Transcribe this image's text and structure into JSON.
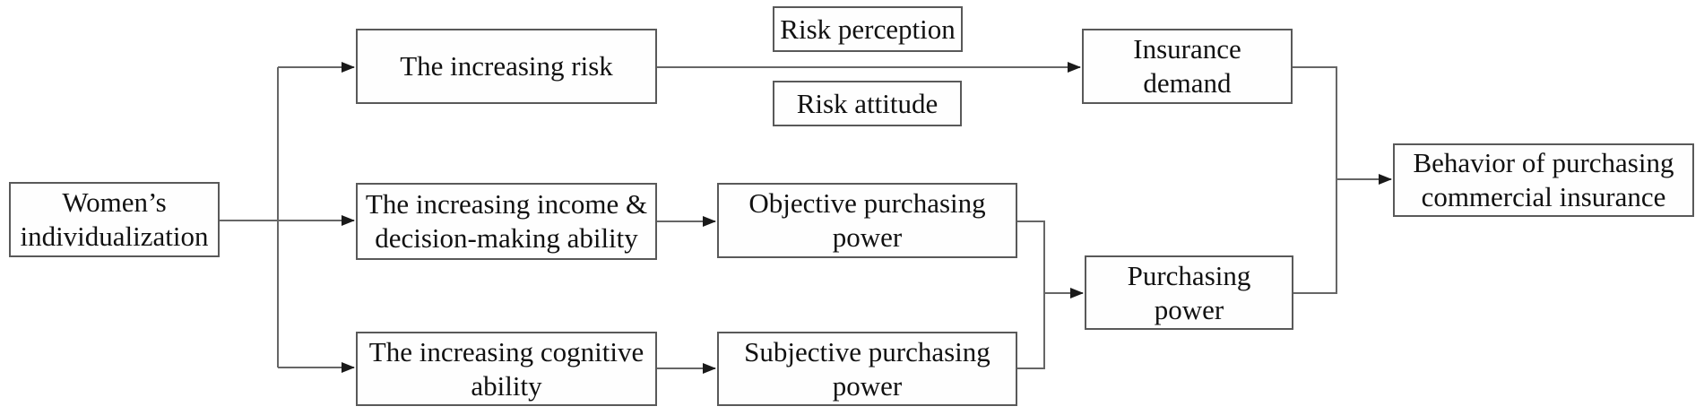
{
  "figure": {
    "type": "flowchart",
    "background_color": "#ffffff",
    "box_border_color": "#595959",
    "line_color": "#666666",
    "arrow_color": "#1a1a1a",
    "text_color": "#111111"
  },
  "nodes": {
    "womens_individualization": {
      "label": "Women’s\nindividualization"
    },
    "increasing_risk": {
      "label": "The increasing risk"
    },
    "risk_perception": {
      "label": "Risk perception"
    },
    "risk_attitude": {
      "label": "Risk attitude"
    },
    "insurance_demand": {
      "label": "Insurance\ndemand"
    },
    "increasing_income": {
      "label": "The increasing income &\ndecision-making ability"
    },
    "objective_purchasing_power": {
      "label": "Objective purchasing\npower"
    },
    "purchasing_power": {
      "label": "Purchasing\npower"
    },
    "increasing_cognitive": {
      "label": "The increasing cognitive\nability"
    },
    "subjective_purchasing_power": {
      "label": "Subjective purchasing\npower"
    },
    "behavior_of_purchasing": {
      "label": "Behavior of purchasing\ncommercial insurance"
    }
  },
  "edges": [
    {
      "from": "womens_individualization",
      "to": "increasing_risk"
    },
    {
      "from": "womens_individualization",
      "to": "increasing_income"
    },
    {
      "from": "womens_individualization",
      "to": "increasing_cognitive"
    },
    {
      "from": "increasing_risk",
      "to": "insurance_demand",
      "via_labels": [
        "risk_perception",
        "risk_attitude"
      ]
    },
    {
      "from": "increasing_income",
      "to": "objective_purchasing_power"
    },
    {
      "from": "increasing_cognitive",
      "to": "subjective_purchasing_power"
    },
    {
      "from": "objective_purchasing_power",
      "to": "purchasing_power"
    },
    {
      "from": "subjective_purchasing_power",
      "to": "purchasing_power"
    },
    {
      "from": "insurance_demand",
      "to": "behavior_of_purchasing"
    },
    {
      "from": "purchasing_power",
      "to": "behavior_of_purchasing"
    }
  ]
}
